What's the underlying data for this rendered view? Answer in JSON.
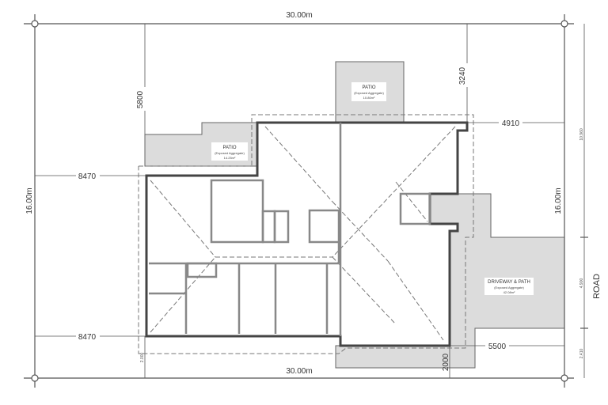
{
  "dimensions": {
    "top_width": "30.00m",
    "bottom_width": "30.00m",
    "left_depth": "16.00m",
    "right_depth": "16.00m",
    "left_setback_upper": "8470",
    "left_setback_lower": "8470",
    "rear_setback_left": "5800",
    "rear_setback_right": "3240",
    "side_setback_upper": "4910",
    "side_setback_lower": "5500",
    "front_setback": "2000",
    "front_setback_small": "2.000",
    "road_segment_1": "10.960",
    "road_segment_2": "4.900",
    "road_segment_3": "2.410"
  },
  "areas": [
    {
      "title": "PATIO",
      "material": "(Exposed Aggregate)",
      "area": "10.80m²"
    },
    {
      "title": "PATIO",
      "material": "(Exposed Aggregate)",
      "area": "14.25m²"
    },
    {
      "title": "DRIVEWAY & PATH",
      "material": "(Exposed Aggregate)",
      "area": "42.08m²"
    }
  ],
  "road_label": "ROAD",
  "colors": {
    "paving": "#d9d9d9",
    "lines": "#555555",
    "walls": "#444444"
  }
}
